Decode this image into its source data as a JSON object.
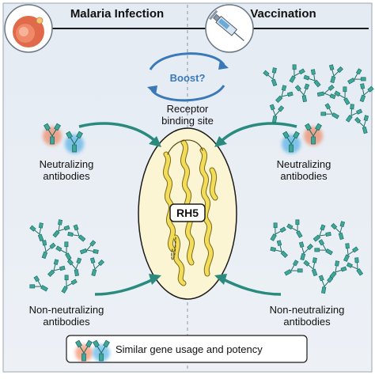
{
  "header": {
    "left_title": "Malaria Infection",
    "right_title": "Vaccination"
  },
  "center": {
    "boost_label": "Boost?",
    "receptor_line1": "Receptor",
    "receptor_line2": "binding site",
    "protein_label": "RH5"
  },
  "left": {
    "neutralizing_line1": "Neutralizing",
    "neutralizing_line2": "antibodies",
    "non_neutralizing_line1": "Non-neutralizing",
    "non_neutralizing_line2": "antibodies"
  },
  "right": {
    "neutralizing_line1": "Neutralizing",
    "neutralizing_line2": "antibodies",
    "non_neutralizing_line1": "Non-neutralizing",
    "non_neutralizing_line2": "antibodies"
  },
  "legend": {
    "label": "Similar gene usage and potency"
  },
  "colors": {
    "teal": "#2a8a7e",
    "orange_glow": "#f26a3c",
    "blue_glow": "#2a9fe0",
    "boost_blue": "#3a78b8",
    "oval_fill": "#fbf5d4",
    "helix_yellow": "#f2dc5a",
    "background": "#e8eef5"
  }
}
